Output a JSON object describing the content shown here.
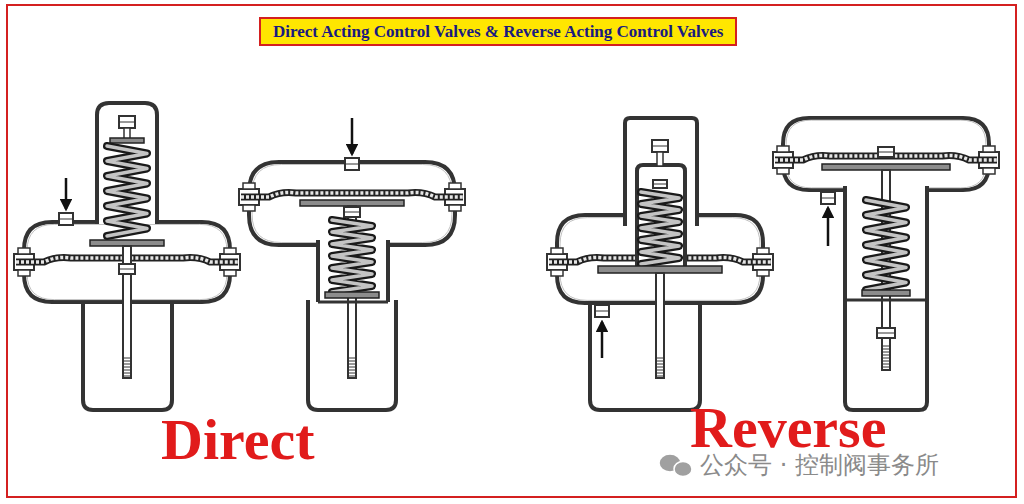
{
  "diagram": {
    "title": "Direct Acting Control Valves & Reverse Acting Control Valves",
    "labels": [
      "Direct",
      "Reverse",
      "公众号 · 控制阀事务所"
    ]
  }
}
